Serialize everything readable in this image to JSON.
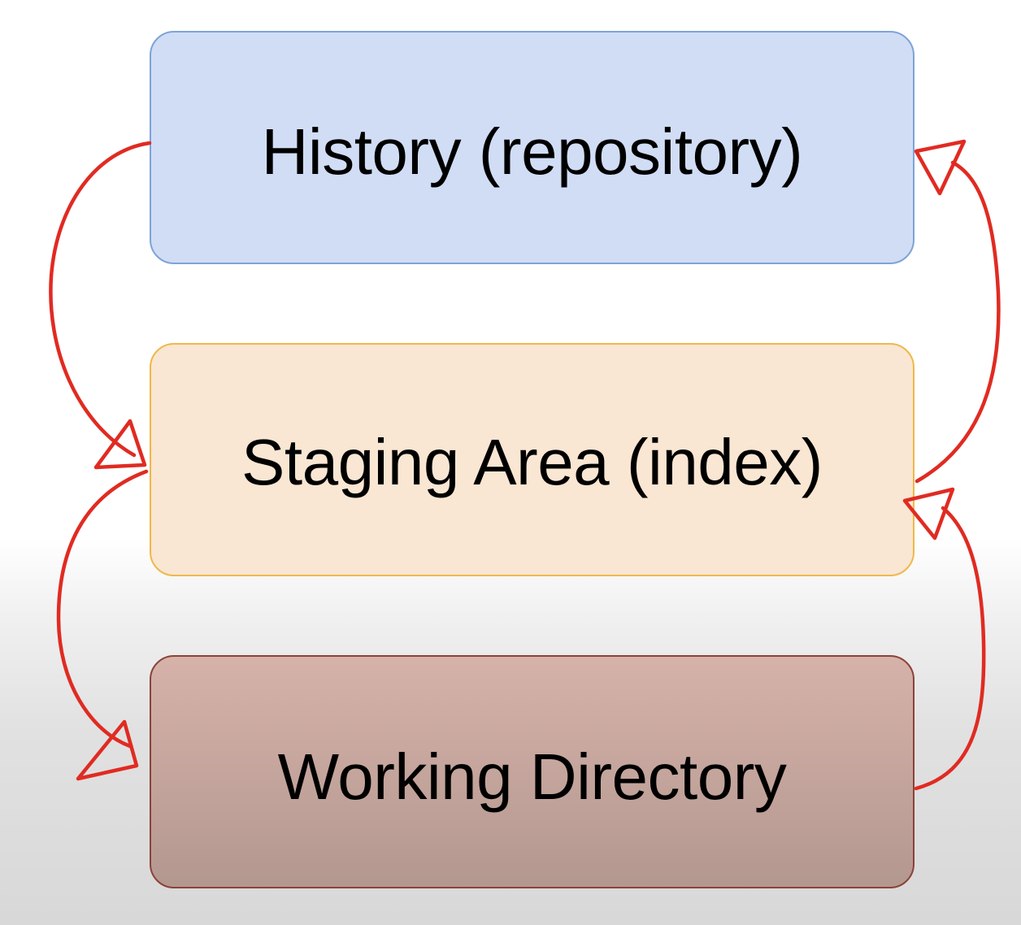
{
  "diagram": {
    "boxes": {
      "history": {
        "label": "History (repository)",
        "fill": "#d1ddf5",
        "border": "#7ea3d8"
      },
      "staging": {
        "label": "Staging Area (index)",
        "fill": "#f9e6d3",
        "border": "#efb84a"
      },
      "working": {
        "label": "Working Directory",
        "fill": "#c9a59c",
        "border": "#8b4239"
      }
    },
    "arrows": {
      "color": "#e02b22",
      "style": "hand-drawn",
      "connections": [
        {
          "from": "history",
          "to": "staging",
          "side": "left"
        },
        {
          "from": "staging",
          "to": "working",
          "side": "left"
        },
        {
          "from": "staging",
          "to": "history",
          "side": "right"
        },
        {
          "from": "working",
          "to": "staging",
          "side": "right"
        }
      ]
    }
  }
}
